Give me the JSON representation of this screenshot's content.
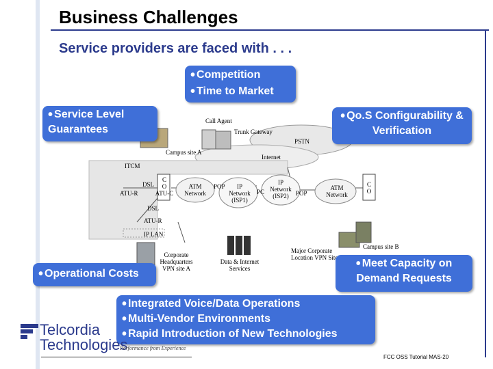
{
  "slide": {
    "title": "Business Challenges",
    "subtitle": "Service providers are faced with . . ."
  },
  "bubbles": {
    "competition": [
      "Competition",
      "Time to Market"
    ],
    "service_level": "Service Level Guarantees",
    "qos": "Qo.S Configurability & Verification",
    "operational_costs": "Operational Costs",
    "capacity": "Meet Capacity on Demand Requests",
    "integration": [
      "Integrated Voice/Data Operations",
      "Multi-Vendor Environments",
      "Rapid Introduction of New Technologies"
    ]
  },
  "diagram": {
    "call_agent": "Call Agent",
    "trunk_gateway": "Trunk Gateway",
    "pstn": "PSTN",
    "campus_site_a": "Campus site A",
    "internet": "Internet",
    "itcm": "ITCM",
    "dsl_1": "DSL",
    "atu_r_1": "ATU-R",
    "co_1": "C\nO\nATU-C",
    "atm_network_1": "ATM Network",
    "pop_1": "POP",
    "ip_network_isp1": "IP Network (ISP1)",
    "pc": "PC",
    "ip_network_isp2": "IP Network (ISP2)",
    "pop_2": "POP",
    "atm_network_2": "ATM Network",
    "co_2": "C\nO",
    "dsl_2": "DSL",
    "atu_r_2": "ATU-R",
    "ip_lan": "IP LAN",
    "corporate_hq": "Corporate Headquarters VPN site A",
    "data_internet_services": "Data & Internet Services",
    "major_corporate": "Major Corporate Location VPN Site B",
    "campus_site_b": "Campus site B"
  },
  "logo": {
    "name_line1": "Telcordia",
    "name_line2": "Technologies",
    "tagline": "Performance from Experience"
  },
  "footer": "FCC OSS Tutorial MAS-20",
  "colors": {
    "bubble": "#3f6fd8",
    "accent_line": "#2b3a8c"
  }
}
